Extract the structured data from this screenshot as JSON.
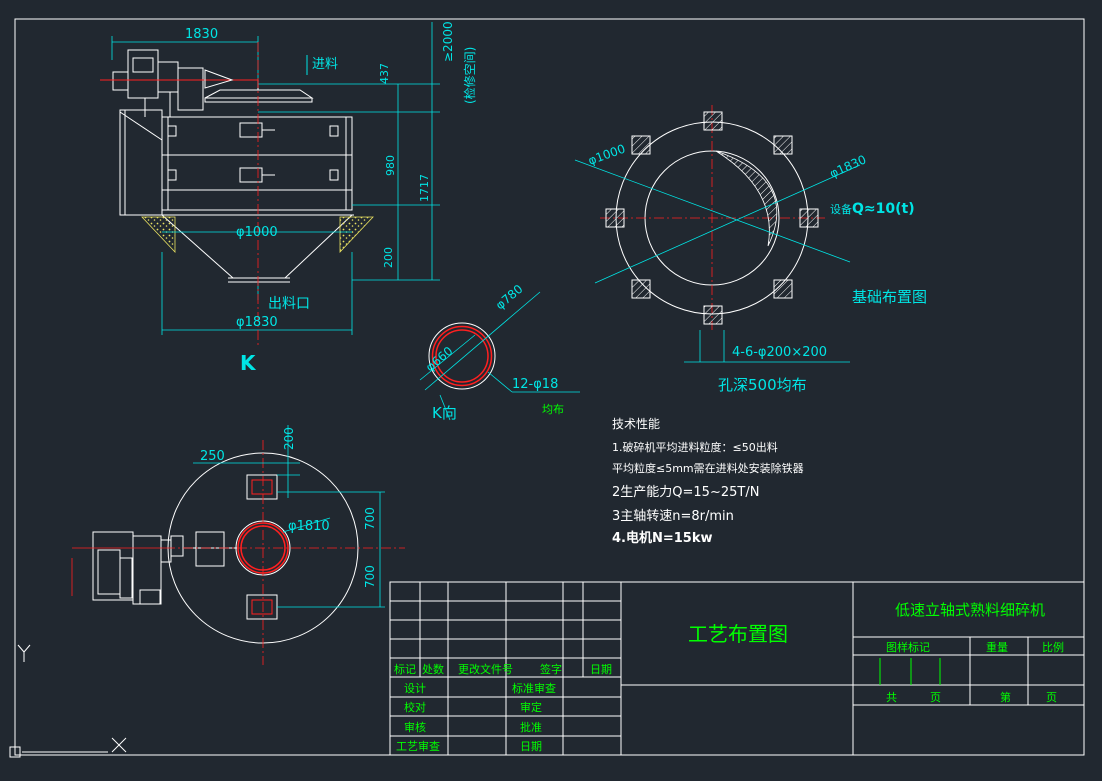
{
  "colors": {
    "background": "#212830",
    "line": "#ffffff",
    "dim": "#00e5e5",
    "center": "#ff2020",
    "text": "#00ff00",
    "hatch": "#e8e060"
  },
  "front_view": {
    "dims": {
      "width_top": "1830",
      "clearance": "≥2000",
      "clearance_note": "(检修空间)",
      "top_height": "437",
      "body_height": "980",
      "overall_height": "1717",
      "cone_height": "200",
      "inner_dia": "φ1000",
      "outer_dia": "φ1830"
    },
    "labels": {
      "feed": "进料",
      "discharge": "出料口",
      "view_marker": "K"
    }
  },
  "k_view": {
    "outer_dia": "φ780",
    "inner_dia": "φ660",
    "holes": "12-φ18",
    "holes_note": "均布",
    "title": "K向"
  },
  "foundation": {
    "inner_dia": "φ1000",
    "outer_dia": "φ1830",
    "equipment_note": "设备",
    "equipment_weight": "Q≈10(t)",
    "anchor_holes": "4-6-φ200×200",
    "hole_depth": "孔深500均布",
    "title": "基础布置图"
  },
  "plan_view": {
    "dims": {
      "offset": "250",
      "top": "200",
      "dia": "φ1810",
      "upper": "700",
      "lower": "700"
    }
  },
  "tech_spec": {
    "heading": "技术性能",
    "lines": [
      "1.破碎机平均进料粒度：≤50出料",
      "平均粒度≤5mm需在进料处安装除铁器",
      "2生产能力Q=15~25T/N",
      "3主轴转速n=8r/min",
      "4.电机N=15kw"
    ]
  },
  "title_block": {
    "drawing_title": "工艺布置图",
    "machine_name": "低速立轴式熟料细碎机",
    "header_cells": [
      "图样标记",
      "重量",
      "比例"
    ],
    "footer_cells": [
      "共",
      "页",
      "第",
      "页"
    ],
    "revision_headers": [
      "标记",
      "处数",
      "更改文件号",
      "签字",
      "日期"
    ],
    "approval_rows": [
      [
        "设计",
        "标准审查"
      ],
      [
        "校对",
        "审定"
      ],
      [
        "审核",
        "批准"
      ],
      [
        "工艺审查",
        "日期"
      ]
    ]
  }
}
